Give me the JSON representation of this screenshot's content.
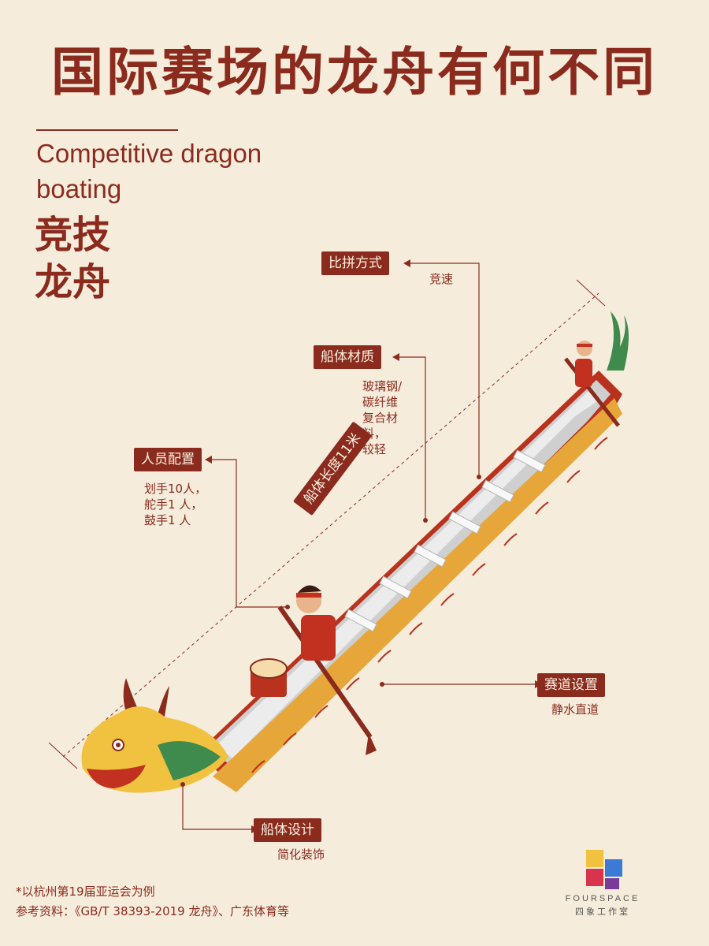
{
  "title": "国际赛场的龙舟有何不同",
  "subtitle_en": "Competitive dragon boating",
  "subtitle_cn": "竞技\n龙舟",
  "length_label": "船体长度11米",
  "annotations": {
    "competition": {
      "label": "比拼方式",
      "desc": "竞速"
    },
    "material": {
      "label": "船体材质",
      "desc": "玻璃钢/\n碳纤维\n复合材\n料，\n较轻"
    },
    "crew": {
      "label": "人员配置",
      "desc": "划手10人，\n舵手1 人，\n鼓手1 人"
    },
    "course": {
      "label": "赛道设置",
      "desc": "静水直道"
    },
    "design": {
      "label": "船体设计",
      "desc": "简化装饰"
    }
  },
  "footnotes": {
    "note": "*以杭州第19届亚运会为例",
    "sources": "参考资料：《GB/T 38393-2019 龙舟》、广东体育等"
  },
  "brand": {
    "name_en": "FOURSPACE",
    "name_cn": "四象工作室"
  },
  "colors": {
    "background": "#f6ecdb",
    "accent": "#8a2b1e",
    "hull_red": "#b8321e",
    "scale_gold": "#e7a63a",
    "dragon_yellow": "#f1c23f",
    "dragon_green": "#3f8a4d"
  }
}
